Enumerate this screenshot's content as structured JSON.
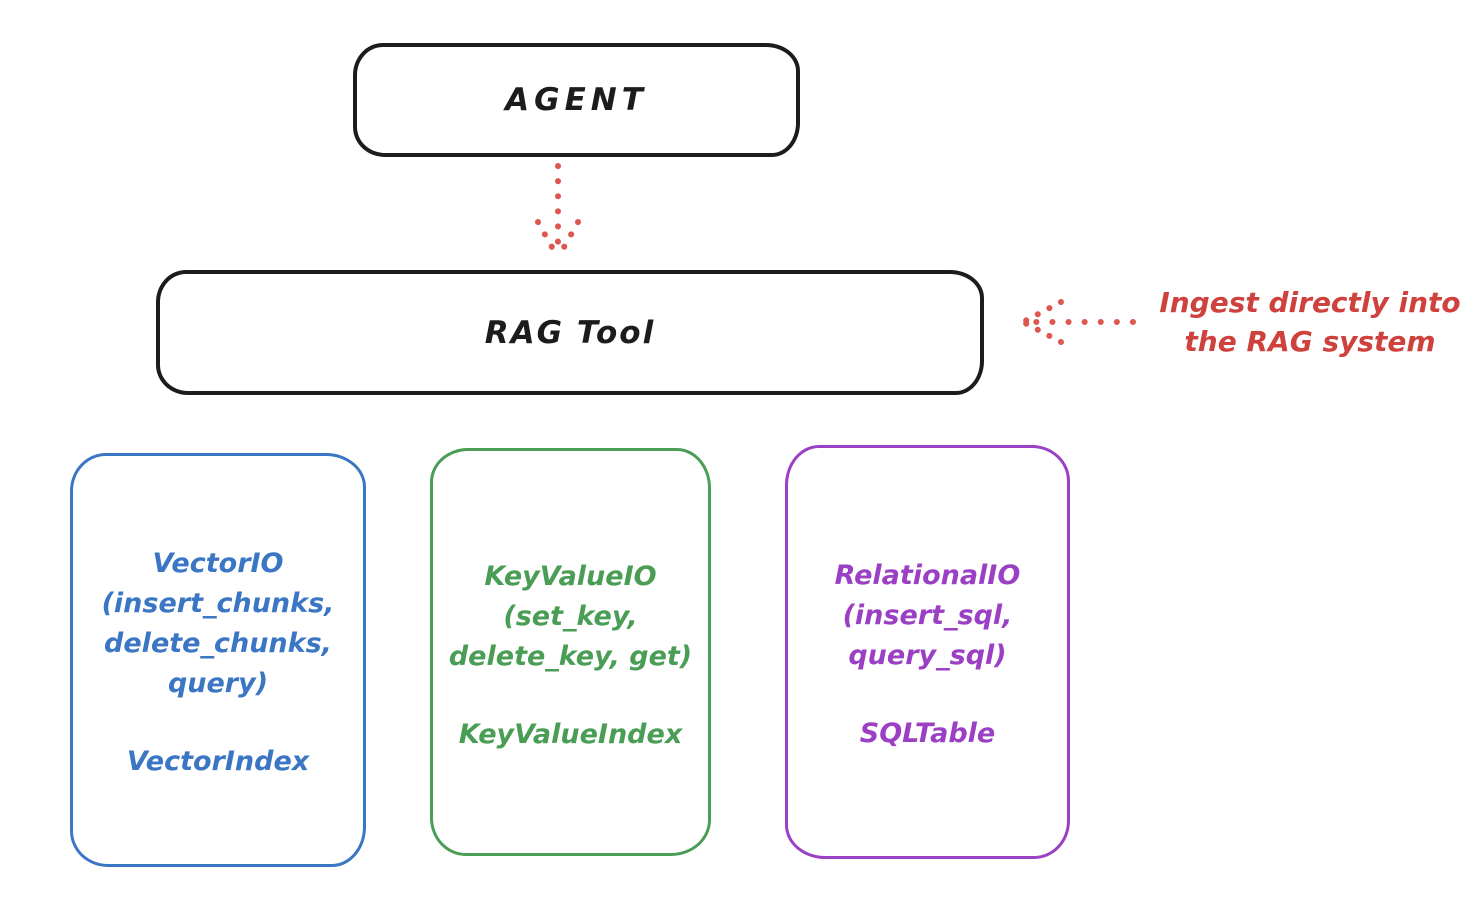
{
  "diagram": {
    "title_node": {
      "label": "AGENT"
    },
    "rag_node": {
      "label": "RAG Tool"
    },
    "annotation": {
      "line1": "Ingest directly into",
      "line2": "the RAG system",
      "color": "#cf413c"
    },
    "arrows": {
      "agent_to_rag": {
        "style": "dotted",
        "direction": "down",
        "color": "#dd5750"
      },
      "annotation_to_rag": {
        "style": "dotted",
        "direction": "left",
        "color": "#dd5750"
      }
    },
    "storage_nodes": [
      {
        "name": "vector-io",
        "color": "#3b76c4",
        "lines": [
          "VectorIO",
          "(insert_chunks,",
          "delete_chunks,",
          "query)"
        ],
        "index_label": "VectorIndex"
      },
      {
        "name": "key-value-io",
        "color": "#4a9d55",
        "lines": [
          "KeyValueIO",
          "(set_key,",
          "delete_key, get)"
        ],
        "index_label": "KeyValueIndex"
      },
      {
        "name": "relational-io",
        "color": "#9b3fc4",
        "lines": [
          "RelationalIO",
          "(insert_sql,",
          "query_sql)"
        ],
        "index_label": "SQLTable"
      }
    ],
    "outline_color": "#1c1c1c",
    "background_color": "#ffffff"
  }
}
